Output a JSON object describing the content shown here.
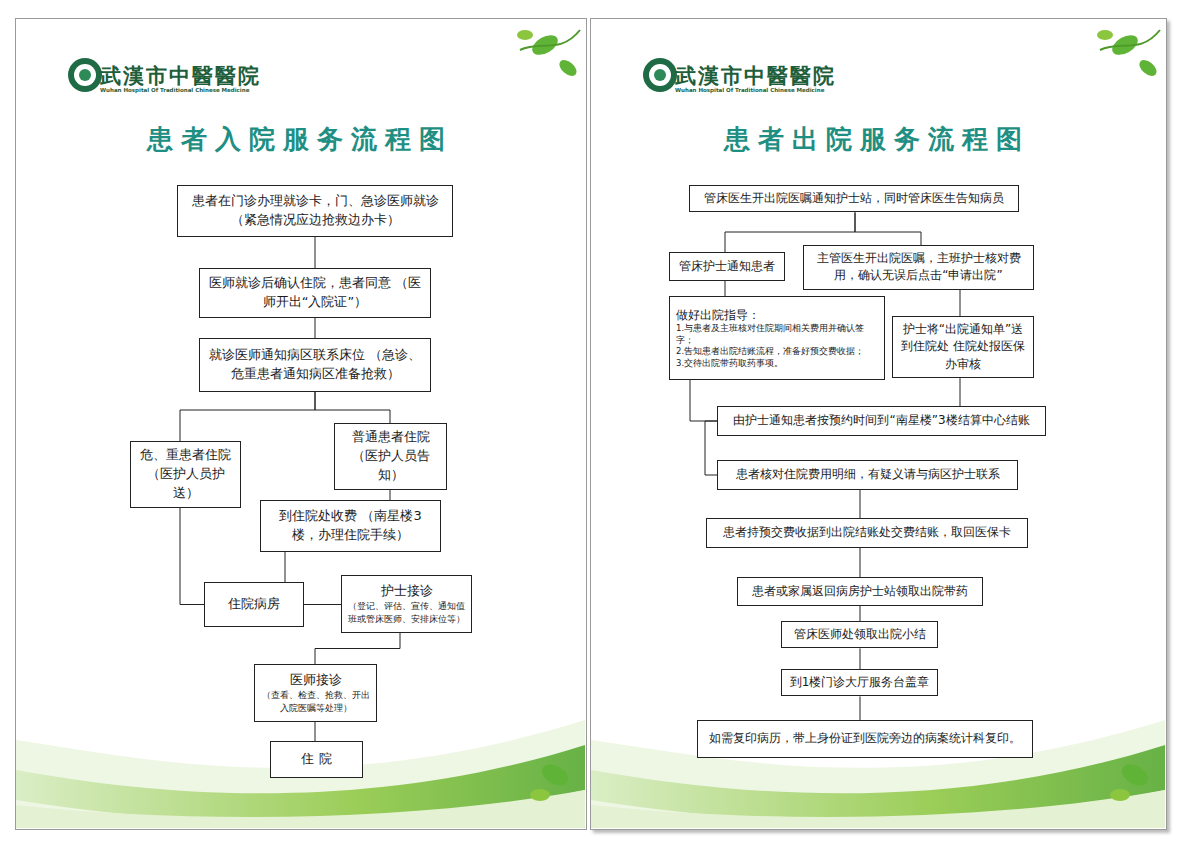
{
  "diagram": {
    "nodes": [
      {
        "text": [
          "患者在门诊办理就诊卡，门、急诊医师就诊 （紧急情况应边抢救边办卡）"
        ]
      },
      {
        "text": [
          "医师就诊后确认住院，患者同意 （医师开出“入院证”）"
        ]
      },
      {
        "text": [
          "就诊医师通知病区联系床位 （急诊、危重患者通知病区准备抢救）"
        ]
      },
      {
        "text": [
          "危、重患者住院 （医护人员护送）"
        ]
      },
      {
        "text": [
          "普通患者住院 （医护人员告知）"
        ]
      },
      {
        "text": [
          "到住院处收费 （南星楼3楼，办理住院手续）"
        ]
      },
      {
        "text": [
          "住院病房"
        ]
      },
      {
        "text": [
          "护士接诊",
          "（登记、评估、宣传、通知值班或管床医师、安排床位等）"
        ]
      },
      {
        "text": [
          "医师接诊",
          "（查看、检查、抢救、开出入院医嘱等处理）"
        ]
      },
      {
        "text": [
          "住 院"
        ]
      },
      {
        "text": [
          "管床医生开出院医嘱通知护士站，同时管床医生告知病员"
        ]
      },
      {
        "text": [
          "管床护士通知患者"
        ]
      },
      {
        "text": [
          "主管医生开出院医嘱，主班护士核对费用，确认无误后点击“申请出院”"
        ]
      },
      {
        "text": [
          "做好出院指导：",
          "1.与患者及主班核对住院期间相关费用并确认签字；",
          "2.告知患者出院结账流程，准备好预交费收据；",
          "3.交待出院带药取药事项。"
        ]
      },
      {
        "text": [
          "护士将“出院通知单”送到住院处 住院处报医保办审核"
        ]
      },
      {
        "text": [
          "由护士通知患者按预约时间到“南星楼”3楼结算中心结账"
        ]
      },
      {
        "text": [
          "患者核对住院费用明细，有疑义请与病区护士联系"
        ]
      },
      {
        "text": [
          "患者持预交费收据到出院结账处交费结账，取回医保卡"
        ]
      },
      {
        "text": [
          "患者或家属返回病房护士站领取出院带药"
        ]
      },
      {
        "text": [
          "管床医师处领取出院小结"
        ]
      },
      {
        "text": [
          "到1楼门诊大厅服务台盖章"
        ]
      },
      {
        "text": [
          "如需复印病历，带上身份证到医院旁边的病案统计科复印。"
        ]
      }
    ],
    "edges": [
      {
        "from": 0,
        "to": 1,
        "arrow": "none"
      },
      {
        "from": 1,
        "to": 2,
        "arrow": "none"
      },
      {
        "from": 2,
        "to": 3,
        "arrow": "none"
      },
      {
        "from": 2,
        "to": 4,
        "arrow": "none"
      },
      {
        "from": 4,
        "to": 5,
        "arrow": "none"
      },
      {
        "from": 3,
        "to": 6,
        "arrow": "none"
      },
      {
        "from": 5,
        "to": 6,
        "arrow": "none"
      },
      {
        "from": 7,
        "to": 6,
        "arrow": "none"
      },
      {
        "from": 7,
        "to": 8,
        "arrow": "none"
      },
      {
        "from": 8,
        "to": 9,
        "arrow": "none"
      },
      {
        "from": 10,
        "to": 11,
        "arrow": "none"
      },
      {
        "from": 10,
        "to": 12,
        "arrow": "none"
      },
      {
        "from": 11,
        "to": 13,
        "arrow": "none"
      },
      {
        "from": 12,
        "to": 14,
        "arrow": "none"
      },
      {
        "from": 13,
        "to": 15,
        "arrow": "none"
      },
      {
        "from": 14,
        "to": 15,
        "arrow": "none"
      },
      {
        "from": 15,
        "to": 16,
        "arrow": "none"
      },
      {
        "from": 16,
        "to": 17,
        "arrow": "none"
      },
      {
        "from": 17,
        "to": 18,
        "arrow": "none"
      },
      {
        "from": 18,
        "to": 19,
        "arrow": "none"
      },
      {
        "from": 19,
        "to": 20,
        "arrow": "none"
      },
      {
        "from": 20,
        "to": 21,
        "arrow": "none"
      }
    ],
    "labels": [
      "武漢市中醫醫院",
      "Wuhan Hospital Of Traditional Chinese Medicine",
      "患者入院服务流程图",
      "武漢市中醫醫院",
      "Wuhan Hospital Of Traditional Chinese Medicine",
      "患者出院服务流程图"
    ]
  }
}
